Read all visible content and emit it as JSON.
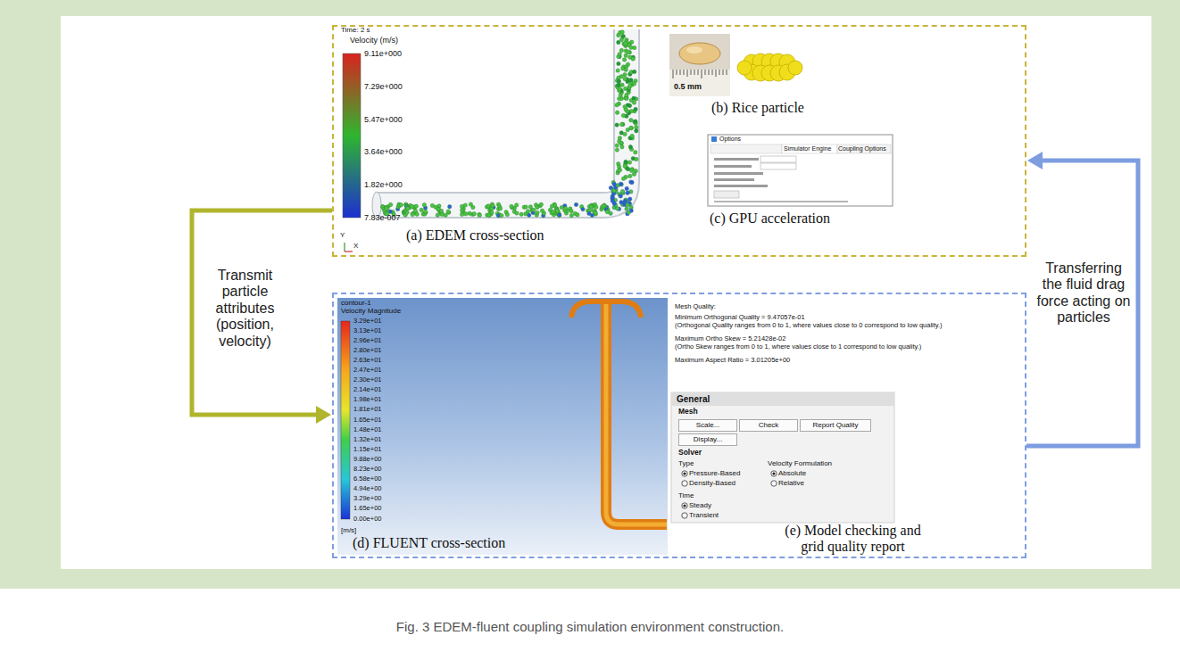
{
  "diagram": {
    "caption": "Fig. 3 EDEM-fluent coupling simulation environment construction.",
    "nodes": [
      {
        "text": []
      },
      {
        "text": [
          "(a) EDEM cross-section"
        ],
        "in": 0
      },
      {
        "text": [
          "(b) Rice particle"
        ],
        "in": 0
      },
      {
        "text": [
          "(c) GPU acceleration"
        ],
        "in": 0
      },
      {
        "text": []
      },
      {
        "text": [
          "(d) FLUENT cross-section"
        ],
        "in": 4
      },
      {
        "text": [
          "(e) Model checking and grid quality report"
        ],
        "in": 4
      },
      {
        "text": [
          "Scale..."
        ],
        "in": 6
      },
      {
        "text": [
          "Check"
        ],
        "in": 6
      },
      {
        "text": [
          "Report Quality"
        ],
        "in": 6
      },
      {
        "text": [
          "Display..."
        ],
        "in": 6
      }
    ],
    "edges": [
      {
        "from": 0,
        "to": 4,
        "arrow": "to",
        "label": "Transmit particle attributes (position, velocity)"
      },
      {
        "from": 4,
        "to": 0,
        "arrow": "to",
        "label": "Transferring the fluid drag force acting on particles"
      }
    ],
    "labels": [
      "Time: 2 s",
      "Velocity (m/s)",
      "9.11e+000",
      "7.29e+000",
      "5.47e+000",
      "3.64e+000",
      "1.82e+000",
      "7.83e-007",
      "0.5 mm",
      "Options",
      "Simulator Engine",
      "Coupling Options",
      "contour-1",
      "Velocity Magnitude",
      "3.29e+01",
      "3.13e+01",
      "2.96e+01",
      "2.80e+01",
      "2.63e+01",
      "2.47e+01",
      "2.30e+01",
      "2.14e+01",
      "1.98e+01",
      "1.81e+01",
      "1.65e+01",
      "1.48e+01",
      "1.32e+01",
      "1.15e+01",
      "9.88e+00",
      "8.23e+00",
      "6.58e+00",
      "4.94e+00",
      "3.29e+00",
      "1.65e+00",
      "0.00e+00",
      "[m/s]",
      "Mesh Quality:",
      "Minimum Orthogonal Quality = 9.47057e-01",
      "(Orthogonal Quality ranges from 0 to 1, where values close to 0 correspond to low quality.)",
      "Maximum Ortho Skew = 5.21428e-02",
      "(Ortho Skew ranges from 0 to 1, where values close to 1 correspond to low quality.)",
      "Maximum Aspect Ratio = 3.01205e+00",
      "General",
      "Mesh",
      "Solver",
      "Type",
      "Velocity Formulation",
      "Pressure-Based",
      "Absolute",
      "Density-Based",
      "Relative",
      "Time",
      "Steady",
      "Transient",
      "Y",
      "X"
    ]
  }
}
